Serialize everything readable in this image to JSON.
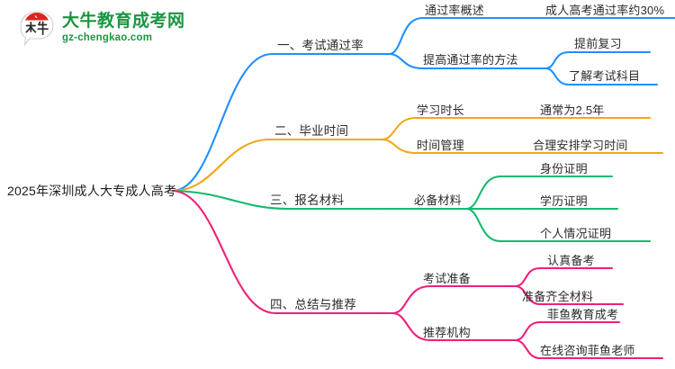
{
  "logo": {
    "mark_alt": "daniu-logo-icon",
    "title": "大牛教育成考网",
    "subtitle": "gz-chengkao.com",
    "color": "#1a9641"
  },
  "mindmap": {
    "root": "2025年深圳成人大专成人高考",
    "colors": {
      "branch1": "#1e90ff",
      "branch2": "#f0a818",
      "branch3": "#13ba6f",
      "branch4": "#f01f7a"
    },
    "branches": [
      {
        "label": "一、考试通过率",
        "color": "#1e90ff",
        "children": [
          {
            "label": "通过率概述",
            "children": [
              {
                "label": "成人高考通过率约30%"
              }
            ]
          },
          {
            "label": "提高通过率的方法",
            "children": [
              {
                "label": "提前复习"
              },
              {
                "label": "了解考试科目"
              }
            ]
          }
        ]
      },
      {
        "label": "二、毕业时间",
        "color": "#f0a818",
        "children": [
          {
            "label": "学习时长",
            "children": [
              {
                "label": "通常为2.5年"
              }
            ]
          },
          {
            "label": "时间管理",
            "children": [
              {
                "label": "合理安排学习时间"
              }
            ]
          }
        ]
      },
      {
        "label": "三、报名材料",
        "color": "#13ba6f",
        "children": [
          {
            "label": "必备材料",
            "children": [
              {
                "label": "身份证明"
              },
              {
                "label": "学历证明"
              },
              {
                "label": "个人情况证明"
              }
            ]
          }
        ]
      },
      {
        "label": "四、总结与推荐",
        "color": "#f01f7a",
        "children": [
          {
            "label": "考试准备",
            "children": [
              {
                "label": "认真备考"
              },
              {
                "label": "准备齐全材料"
              }
            ]
          },
          {
            "label": "推荐机构",
            "children": [
              {
                "label": "菲鱼教育成考"
              },
              {
                "label": "在线咨询菲鱼老师"
              }
            ]
          }
        ]
      }
    ]
  }
}
